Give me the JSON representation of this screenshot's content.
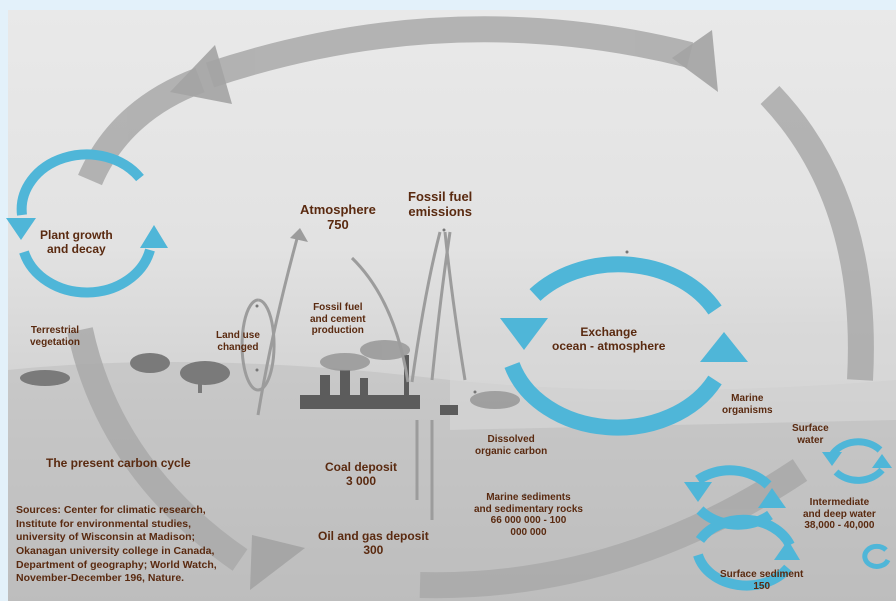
{
  "labels": {
    "atmosphere": [
      "Atmosphere",
      "750"
    ],
    "fossil_emissions": [
      "Fossil fuel",
      "emissions"
    ],
    "plant_growth": [
      "Plant growth",
      "and decay"
    ],
    "terrestrial": [
      "Terrestrial",
      "vegetation"
    ],
    "land_use": [
      "Land use",
      "changed"
    ],
    "fossil_cement": [
      "Fossil fuel",
      "and cement",
      "production"
    ],
    "exchange": [
      "Exchange",
      "ocean - atmosphere"
    ],
    "marine_organisms": [
      "Marine",
      "organisms"
    ],
    "surface_water": [
      "Surface",
      "water"
    ],
    "dissolved": [
      "Dissolved",
      "organic carbon"
    ],
    "title": "The present carbon cycle",
    "coal": [
      "Coal deposit",
      "3 000"
    ],
    "marine_sediments": [
      "Marine sediments",
      "and sedimentary rocks",
      "66 000 000 - 100",
      "000 000"
    ],
    "intermediate": [
      "Intermediate",
      "and deep water",
      "38,000 - 40,000"
    ],
    "oil_gas": [
      "Oil and gas deposit",
      "300"
    ],
    "surface_sediment": [
      "Surface sediment",
      "150"
    ],
    "sources": [
      "Sources: Center for climatic research,",
      "Institute for environmental studies,",
      "university of  Wisconsin at Madison;",
      "Okanagan university college in Canada,",
      "Department of geography; World Watch,",
      "November-December 196, Nature."
    ]
  },
  "colors": {
    "cycle_arrow": "#4fb6d8",
    "label_text": "#5a2a10",
    "background": "#e3f1fa"
  }
}
